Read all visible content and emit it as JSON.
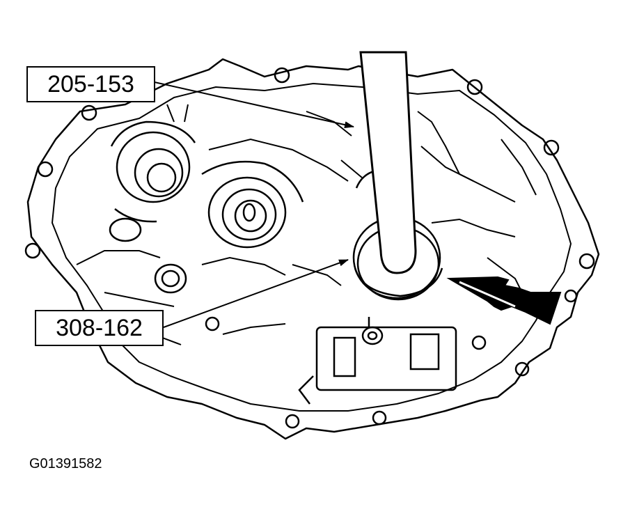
{
  "callouts": {
    "tool_handle": "205-153",
    "seal_installer": "308-162"
  },
  "figure_id": "G01391582",
  "colors": {
    "line": "#000000",
    "background": "#ffffff"
  }
}
